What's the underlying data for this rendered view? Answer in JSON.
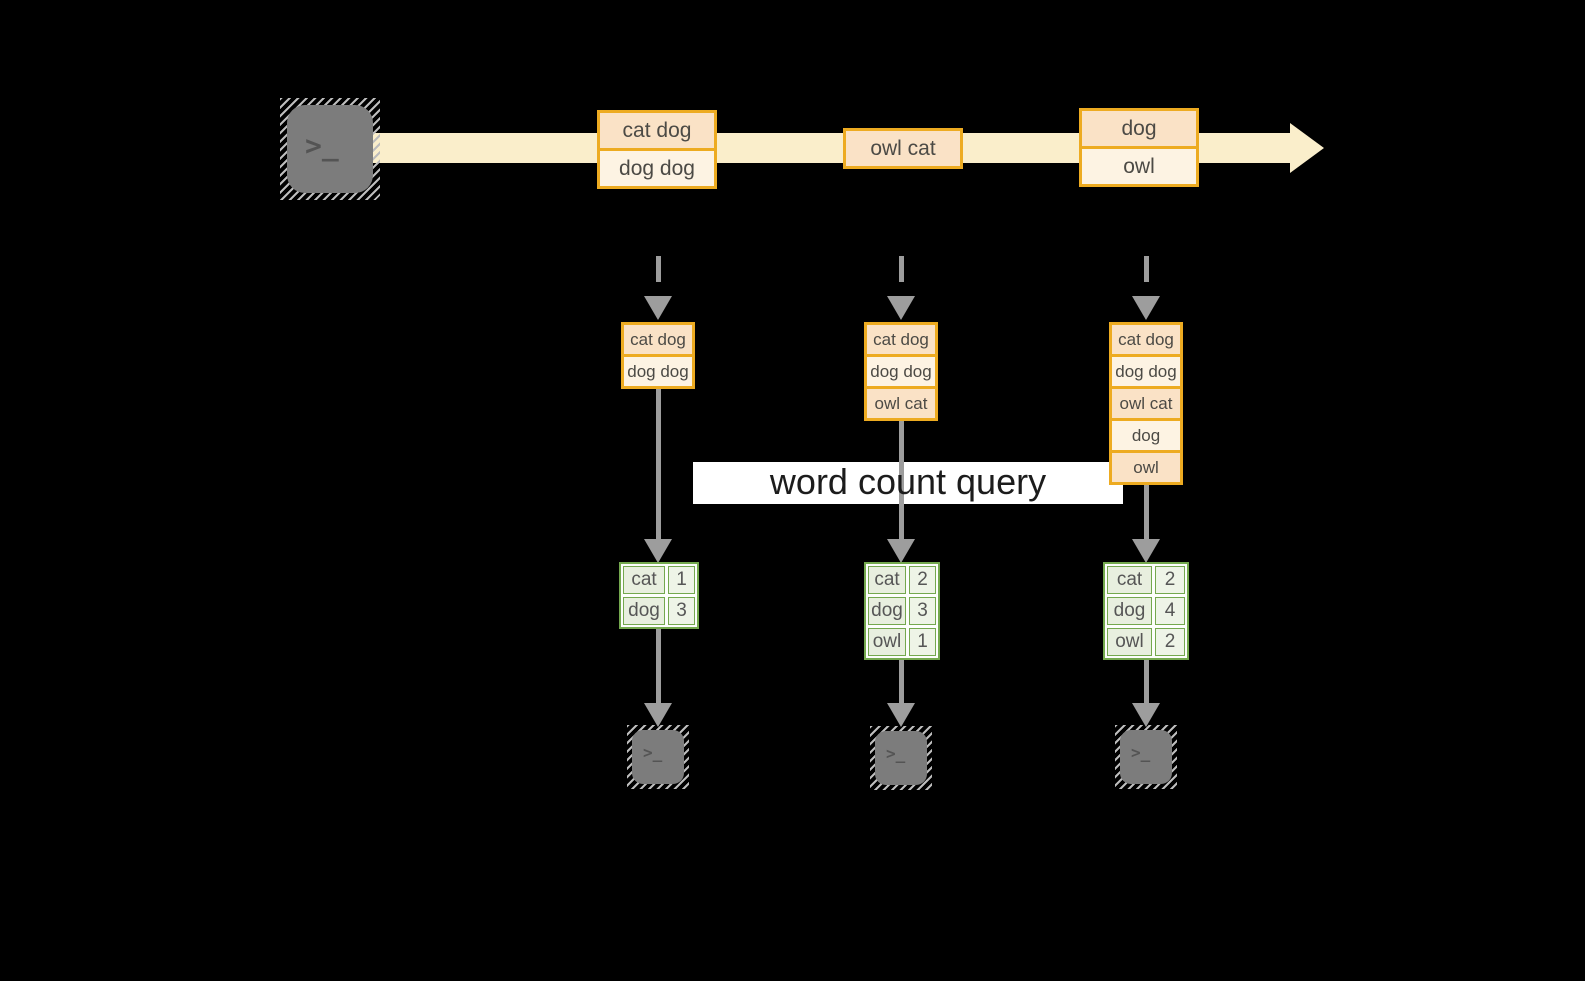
{
  "query_label": "word count query",
  "icons": {
    "terminal_glyph": ">_"
  },
  "stream": {
    "batches": [
      {
        "rows": [
          "cat dog",
          "dog dog"
        ]
      },
      {
        "rows": [
          "owl cat"
        ]
      },
      {
        "rows": [
          "dog",
          "owl"
        ]
      }
    ]
  },
  "columns": [
    {
      "input_rows": [
        "cat dog",
        "dog dog"
      ],
      "counts": [
        {
          "word": "cat",
          "count": "1"
        },
        {
          "word": "dog",
          "count": "3"
        }
      ]
    },
    {
      "input_rows": [
        "cat dog",
        "dog dog",
        "owl cat"
      ],
      "counts": [
        {
          "word": "cat",
          "count": "2"
        },
        {
          "word": "dog",
          "count": "3"
        },
        {
          "word": "owl",
          "count": "1"
        }
      ]
    },
    {
      "input_rows": [
        "cat dog",
        "dog dog",
        "owl cat",
        "dog",
        "owl"
      ],
      "counts": [
        {
          "word": "cat",
          "count": "2"
        },
        {
          "word": "dog",
          "count": "4"
        },
        {
          "word": "owl",
          "count": "2"
        }
      ]
    }
  ],
  "colors": {
    "background": "#000000",
    "stream_band": "#faeecb",
    "box_border": "#edab21",
    "box_fill_dark": "#fae2c6",
    "box_fill_light": "#fdf3e3",
    "box_text": "#4c4a45",
    "table_border": "#74a84e",
    "table_fill_word": "#e8efdf",
    "table_fill_count": "#eef4e7",
    "arrow_gray": "#9d9d9d",
    "terminal_gray": "#7c7c7c",
    "query_band_bg": "#ffffff",
    "query_text": "#1c1c1c"
  }
}
